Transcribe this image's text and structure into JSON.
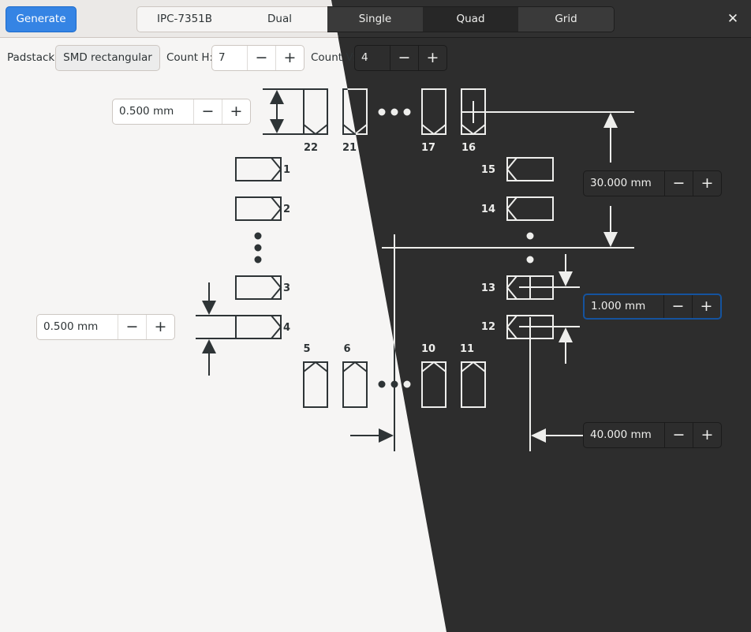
{
  "header": {
    "generate_label": "Generate",
    "tabs": [
      {
        "label": "IPC-7351B"
      },
      {
        "label": "Dual"
      },
      {
        "label": "Single"
      },
      {
        "label": "Quad"
      },
      {
        "label": "Grid"
      }
    ],
    "selected_tab": "Quad",
    "close_icon": "close-icon"
  },
  "params": {
    "padstack_label": "Padstack:",
    "padstack_value": "SMD rectangular",
    "count_h_label": "Count H:",
    "count_h_value": "7",
    "count_v_label": "Count V:",
    "count_v_value": "4"
  },
  "dimensions": {
    "pad_height": "0.500 mm",
    "pad_pitch_v": "0.500 mm",
    "spacing_v": "30.000 mm",
    "pitch": "1.000 mm",
    "spacing_h": "40.000 mm"
  },
  "spin_buttons": {
    "minus": "−",
    "plus": "+"
  },
  "pads": {
    "top": [
      "22",
      "21",
      "17",
      "16"
    ],
    "left": [
      "1",
      "2",
      "3",
      "4"
    ],
    "bottom": [
      "5",
      "6",
      "10",
      "11"
    ],
    "right": [
      "15",
      "14",
      "13",
      "12"
    ]
  },
  "colors": {
    "accent": "#3584e4",
    "light_bg": "#f6f5f4",
    "dark_bg": "#2d2d2d"
  }
}
